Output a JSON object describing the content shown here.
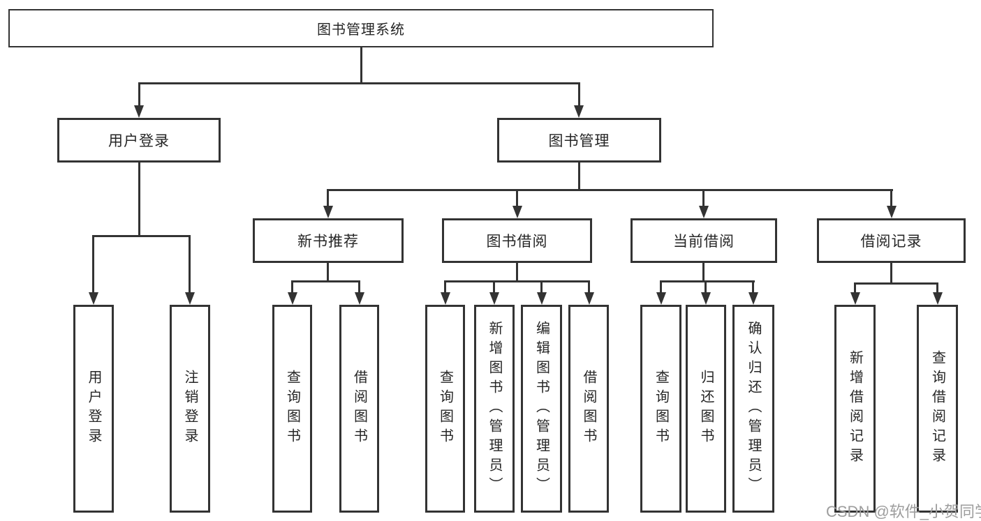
{
  "nodes": {
    "root": {
      "label": "图书管理系统"
    },
    "level2": [
      {
        "label": "用户登录"
      },
      {
        "label": "图书管理"
      }
    ],
    "level3": [
      {
        "label": "新书推荐",
        "parent": "图书管理"
      },
      {
        "label": "图书借阅",
        "parent": "图书管理"
      },
      {
        "label": "当前借阅",
        "parent": "图书管理"
      },
      {
        "label": "借阅记录",
        "parent": "图书管理"
      }
    ],
    "leaves": [
      {
        "label": "用户登录",
        "parent": "用户登录"
      },
      {
        "label": "注销登录",
        "parent": "用户登录"
      },
      {
        "label": "查询图书",
        "parent": "新书推荐"
      },
      {
        "label": "借阅图书",
        "parent": "新书推荐"
      },
      {
        "label": "查询图书",
        "parent": "图书借阅"
      },
      {
        "label": "新增图书（管理员）",
        "parent": "图书借阅"
      },
      {
        "label": "编辑图书（管理员）",
        "parent": "图书借阅"
      },
      {
        "label": "借阅图书",
        "parent": "图书借阅"
      },
      {
        "label": "查询图书",
        "parent": "当前借阅"
      },
      {
        "label": "归还图书",
        "parent": "当前借阅"
      },
      {
        "label": "确认归还（管理员）",
        "parent": "当前借阅"
      },
      {
        "label": "新增借阅记录",
        "parent": "借阅记录"
      },
      {
        "label": "查询借阅记录",
        "parent": "借阅记录"
      }
    ]
  },
  "watermark": {
    "text": "CSDN @软件_小贺同学"
  },
  "colors": {
    "line": "#333333",
    "box_border": "#333333",
    "text": "#262626",
    "watermark": "#9d9d9d",
    "background": "#ffffff"
  }
}
